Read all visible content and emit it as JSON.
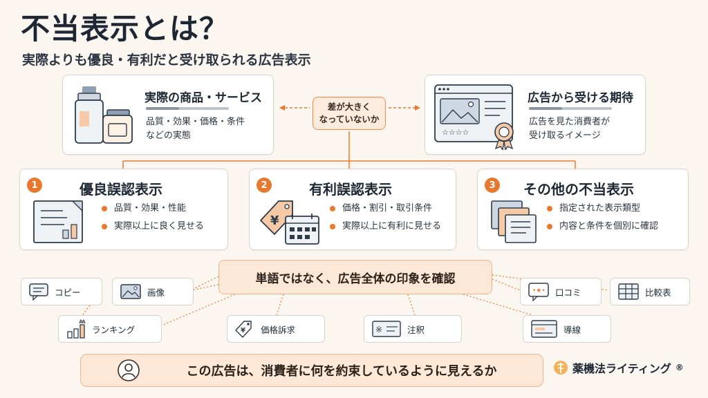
{
  "title": "不当表示とは？",
  "subtitle": "実際よりも優良・有利だと受け取られる広告表示",
  "actual": {
    "title": "実際の商品・サービス",
    "line1": "品質・効果・価格・条件",
    "line2": "などの実態"
  },
  "expectation": {
    "title": "広告から受ける期待",
    "line1": "広告を見た消費者が",
    "line2": "受け取るイメージ"
  },
  "gap": {
    "line1": "差が大きく",
    "line2": "なっていないか"
  },
  "types": [
    {
      "number": "1",
      "title": "優良誤認表示",
      "bullets": [
        "品質・効果・性能",
        "実際以上に良く見せる"
      ]
    },
    {
      "number": "2",
      "title": "有利誤認表示",
      "bullets": [
        "価格・割引・取引条件",
        "実際以上に有利に見せる"
      ]
    },
    {
      "number": "3",
      "title": "その他の不当表示",
      "bullets": [
        "指定された表示類型",
        "内容と条件を個別に確認"
      ]
    }
  ],
  "center_message": "単語ではなく、広告全体の印象を確認",
  "elements": {
    "copy": "コピー",
    "image": "画像",
    "ranking": "ランキング",
    "price": "価格訴求",
    "note": "注釈",
    "reviews": "口コミ",
    "comparison": "比較表",
    "flow": "導線"
  },
  "bottom_message": "この広告は、消費者に何を約束しているように見えるか",
  "logo": {
    "text": "薬機法ライティング",
    "mark": "®"
  },
  "colors": {
    "accent": "#e8782e",
    "soft_accent": "#fde8d8",
    "background": "#fbf6f0",
    "navy": "#1d2733"
  }
}
